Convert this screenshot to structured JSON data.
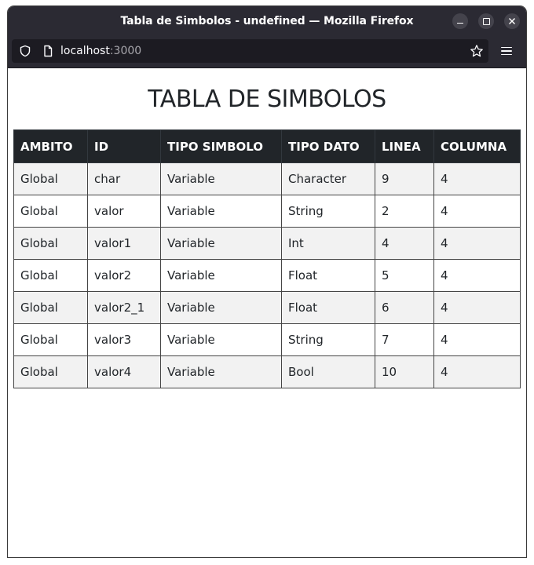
{
  "window": {
    "title": "Tabla de Simbolos - undefined — Mozilla Firefox"
  },
  "browser": {
    "url_host": "localhost",
    "url_port": ":3000",
    "icons": [
      "shield-icon",
      "page-icon",
      "star-icon",
      "menu-icon",
      "minimize-icon",
      "maximize-icon",
      "close-icon"
    ]
  },
  "page": {
    "heading": "TABLA DE SIMBOLOS",
    "table": {
      "headers": [
        "AMBITO",
        "ID",
        "TIPO SIMBOLO",
        "TIPO DATO",
        "LINEA",
        "COLUMNA"
      ],
      "rows": [
        [
          "Global",
          "char",
          "Variable",
          "Character",
          "9",
          "4"
        ],
        [
          "Global",
          "valor",
          "Variable",
          "String",
          "2",
          "4"
        ],
        [
          "Global",
          "valor1",
          "Variable",
          "Int",
          "4",
          "4"
        ],
        [
          "Global",
          "valor2",
          "Variable",
          "Float",
          "5",
          "4"
        ],
        [
          "Global",
          "valor2_1",
          "Variable",
          "Float",
          "6",
          "4"
        ],
        [
          "Global",
          "valor3",
          "Variable",
          "String",
          "7",
          "4"
        ],
        [
          "Global",
          "valor4",
          "Variable",
          "Bool",
          "10",
          "4"
        ]
      ]
    }
  }
}
